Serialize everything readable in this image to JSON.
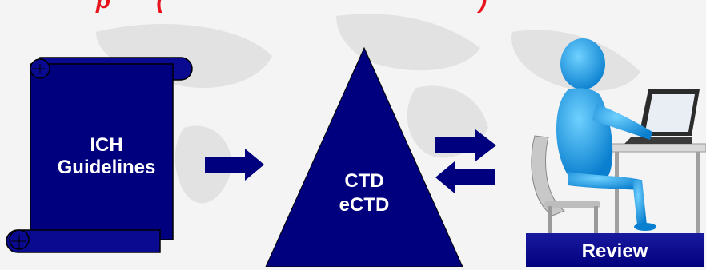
{
  "title_fragment": "p      (                                          )",
  "ich": {
    "line1": "ICH",
    "line2": "Guidelines"
  },
  "ctd": {
    "line1": "CTD",
    "line2": "eCTD"
  },
  "review": {
    "label": "Review"
  },
  "icons": [
    "scroll-icon",
    "arrow-right-icon",
    "triangle-icon",
    "exchange-arrows-icon",
    "person-at-laptop-icon"
  ],
  "colors": {
    "navy": "#00007e",
    "title_red": "#e8141c",
    "figure_blue": "#1a9be0"
  }
}
